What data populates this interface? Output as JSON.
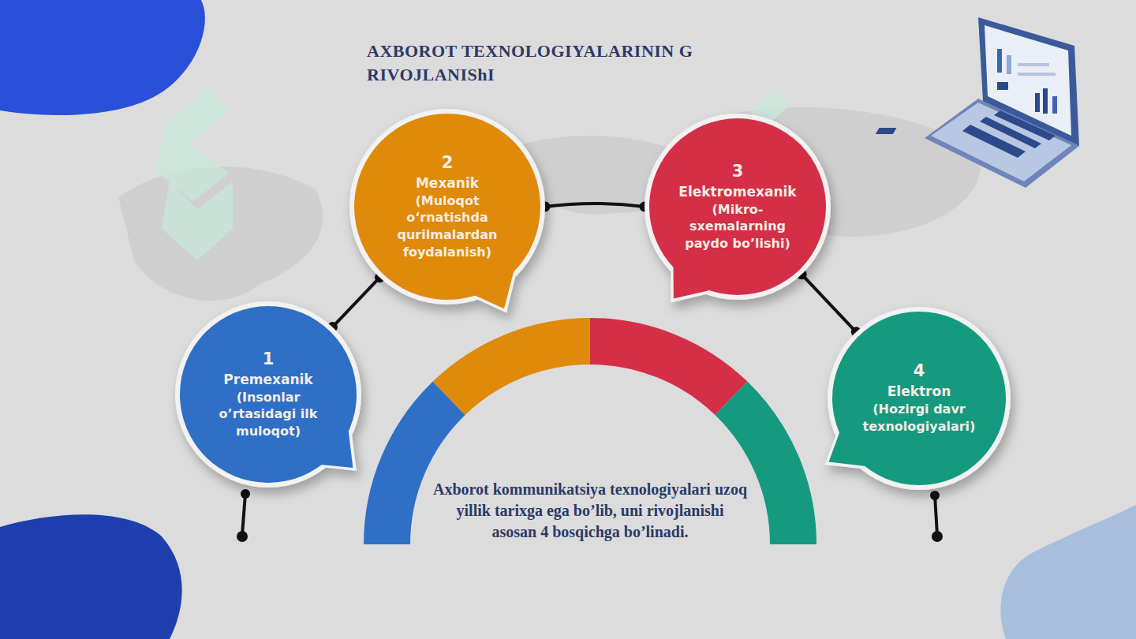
{
  "diagram": {
    "title": "AXBOROT TEXNOLOGIYALARININ G RIVOJLANIShI",
    "nodes": [
      {
        "text": [
          "1",
          "Premexanik",
          "(Insonlar o’rtasidagi ilk muloqot)"
        ]
      },
      {
        "text": [
          "2",
          "Mexanik",
          "(Muloqot o‘rnatishda qurilmalardan foydalanish)"
        ]
      },
      {
        "text": [
          "3",
          "Elektromexanik",
          "(Mikro-sxemalarning paydo bo’lishi)"
        ]
      },
      {
        "text": [
          "4",
          "Elektron",
          "(Hozirgi davr texnologiyalari)"
        ]
      },
      {
        "text": [
          "Axborot kommunikatsiya texnologiyalari uzoq yillik tarixga ega bo’lib, uni rivojlanishi asosan 4 bosqichga bo’linadi."
        ]
      }
    ],
    "edges": [
      {
        "from": 0,
        "to": 1,
        "arrow": "none"
      },
      {
        "from": 1,
        "to": 2,
        "arrow": "none"
      },
      {
        "from": 2,
        "to": 3,
        "arrow": "none"
      }
    ]
  }
}
